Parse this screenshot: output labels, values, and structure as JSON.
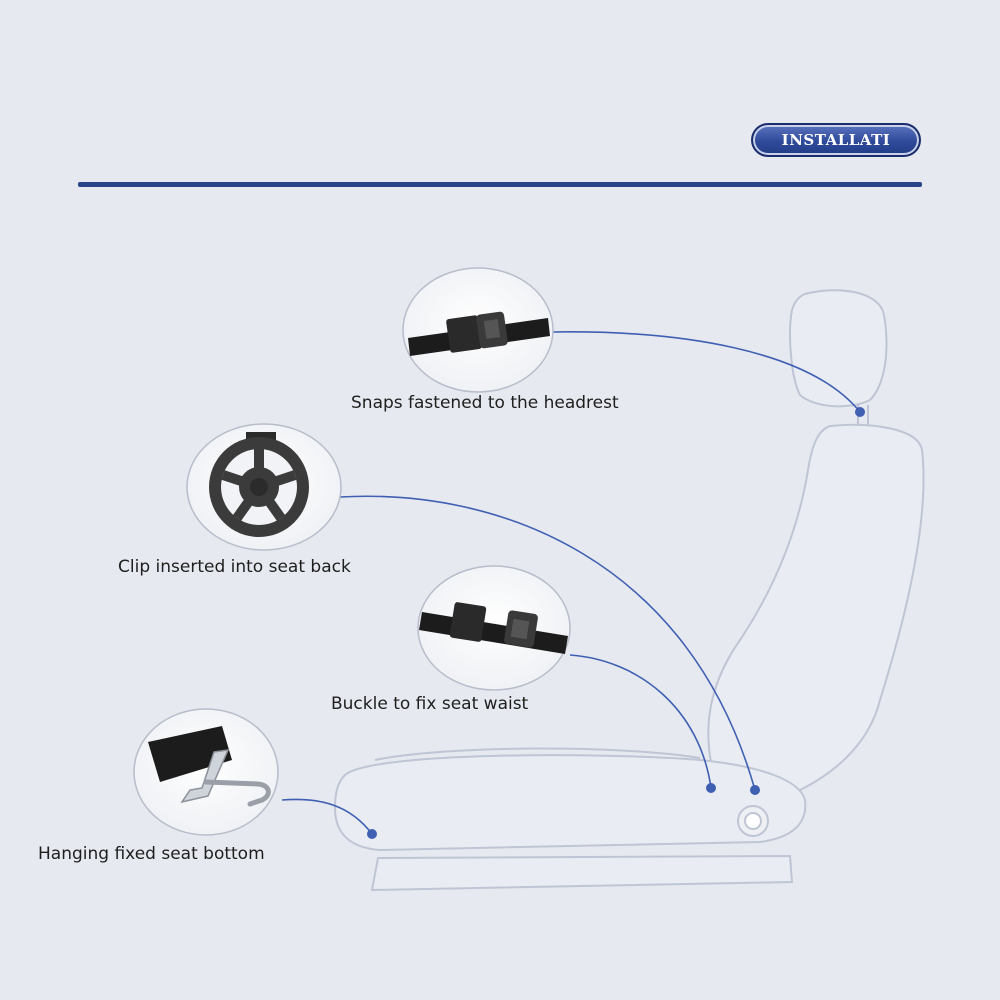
{
  "header": {
    "badge_label": "INSTALLATI"
  },
  "callouts": [
    {
      "label": "Snaps fastened to the headrest"
    },
    {
      "label": "Clip inserted into seat back"
    },
    {
      "label": "Buckle to fix seat waist"
    },
    {
      "label": "Hanging fixed seat bottom"
    }
  ],
  "colors": {
    "accent": "#2b4489",
    "leader_line": "#3f5fb3",
    "seat_outline": "#bfc5d4",
    "background": "#e6e9ef"
  }
}
